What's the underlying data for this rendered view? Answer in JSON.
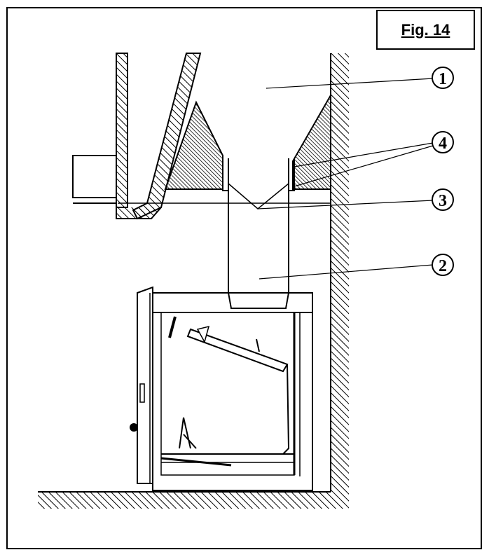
{
  "figure": {
    "label": "Fig. 14"
  },
  "callouts": [
    {
      "id": "1",
      "text": "1"
    },
    {
      "id": "2",
      "text": "2"
    },
    {
      "id": "3",
      "text": "3"
    },
    {
      "id": "4",
      "text": "4"
    }
  ],
  "colors": {
    "ink": "#000000",
    "paper": "#ffffff"
  }
}
